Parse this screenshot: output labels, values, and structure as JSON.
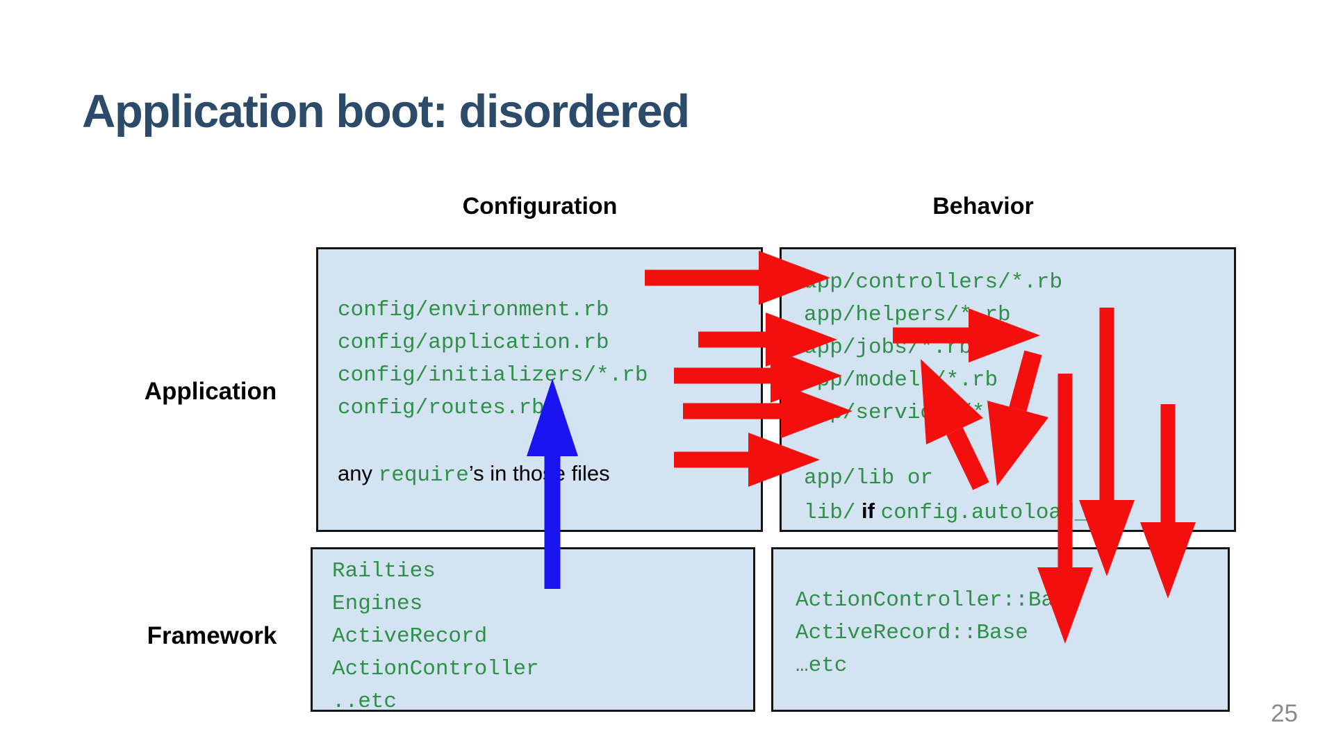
{
  "slide": {
    "title": "Application boot: disordered",
    "page_number": "25"
  },
  "columns": {
    "config_header": "Configuration",
    "behavior_header": "Behavior"
  },
  "rows": {
    "application_label": "Application",
    "framework_label": "Framework"
  },
  "boxes": {
    "app_config": {
      "lines": [
        "config/environment.rb",
        "config/application.rb",
        "config/initializers/*.rb",
        "config/routes.rb",
        "",
        [
          {
            "t": "any ",
            "k": "plain"
          },
          {
            "t": "require",
            "k": "code"
          },
          {
            "t": "’s in those files",
            "k": "plain"
          }
        ]
      ]
    },
    "app_behavior": {
      "lines": [
        "app/controllers/*.rb",
        "app/helpers/*.rb",
        "app/jobs/*.rb",
        "app/models/*.rb",
        "app/services/*.rb",
        "",
        "app/lib or",
        [
          {
            "t": "lib/",
            "k": "code"
          },
          {
            "t": " if ",
            "k": "plain-bold"
          },
          {
            "t": "config.autoload_lib",
            "k": "code"
          }
        ]
      ]
    },
    "framework_config": {
      "lines": [
        "Railties",
        "Engines",
        "ActiveRecord",
        "ActionController",
        "..etc"
      ]
    },
    "framework_behavior": {
      "lines": [
        "ActionController::Base",
        "ActiveRecord::Base",
        "…etc"
      ]
    }
  },
  "colors": {
    "title_color": "#2c4a69",
    "code_green": "#2e9048",
    "arrow_red": "#f40f0f",
    "arrow_blue": "#1a14f0",
    "box_fill": "#d4e3f2",
    "box_border": "#141414",
    "page_gray": "#8a8a8a"
  }
}
